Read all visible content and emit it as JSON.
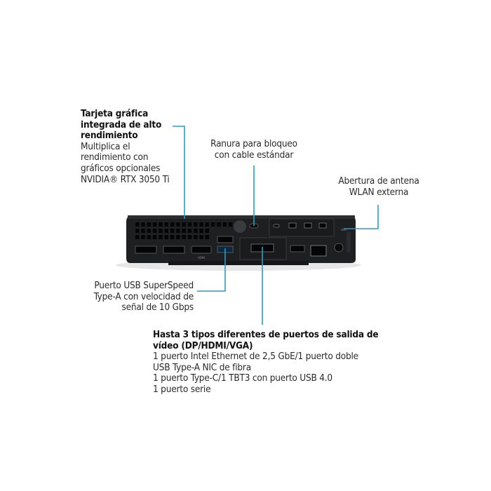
{
  "callouts": {
    "graphics": {
      "title_lines": [
        "Tarjeta gráfica",
        "integrada de alto",
        "rendimiento"
      ],
      "body_lines": [
        "Multiplica el",
        "rendimiento con",
        "gráficos opcionales",
        "NVIDIA® RTX 3050 Ti"
      ]
    },
    "lock_slot": {
      "lines": [
        "Ranura para bloqueo",
        "con cable estándar"
      ]
    },
    "wlan": {
      "lines": [
        "Abertura de antena",
        "WLAN externa"
      ]
    },
    "usb": {
      "lines": [
        "Puerto USB SuperSpeed",
        "Type-A con velocidad de",
        "señal de 10 Gbps"
      ]
    },
    "video": {
      "title_lines": [
        "Hasta 3 tipos diferentes de puertos de salida de",
        "vídeo (DP/HDMI/VGA)"
      ],
      "body_lines": [
        "1 puerto Intel Ethernet de 2,5 GbE/1 puerto doble",
        "USB Type-A NIC de fibra",
        "1 puerto Type-C/1 TBT3 con puerto USB 4.0",
        "1 puerto serie"
      ]
    }
  },
  "device": {
    "port_labels": [
      "HDMI"
    ]
  },
  "colors": {
    "callout_line": "#2b9cc4",
    "device_body": "#1e1f21"
  }
}
